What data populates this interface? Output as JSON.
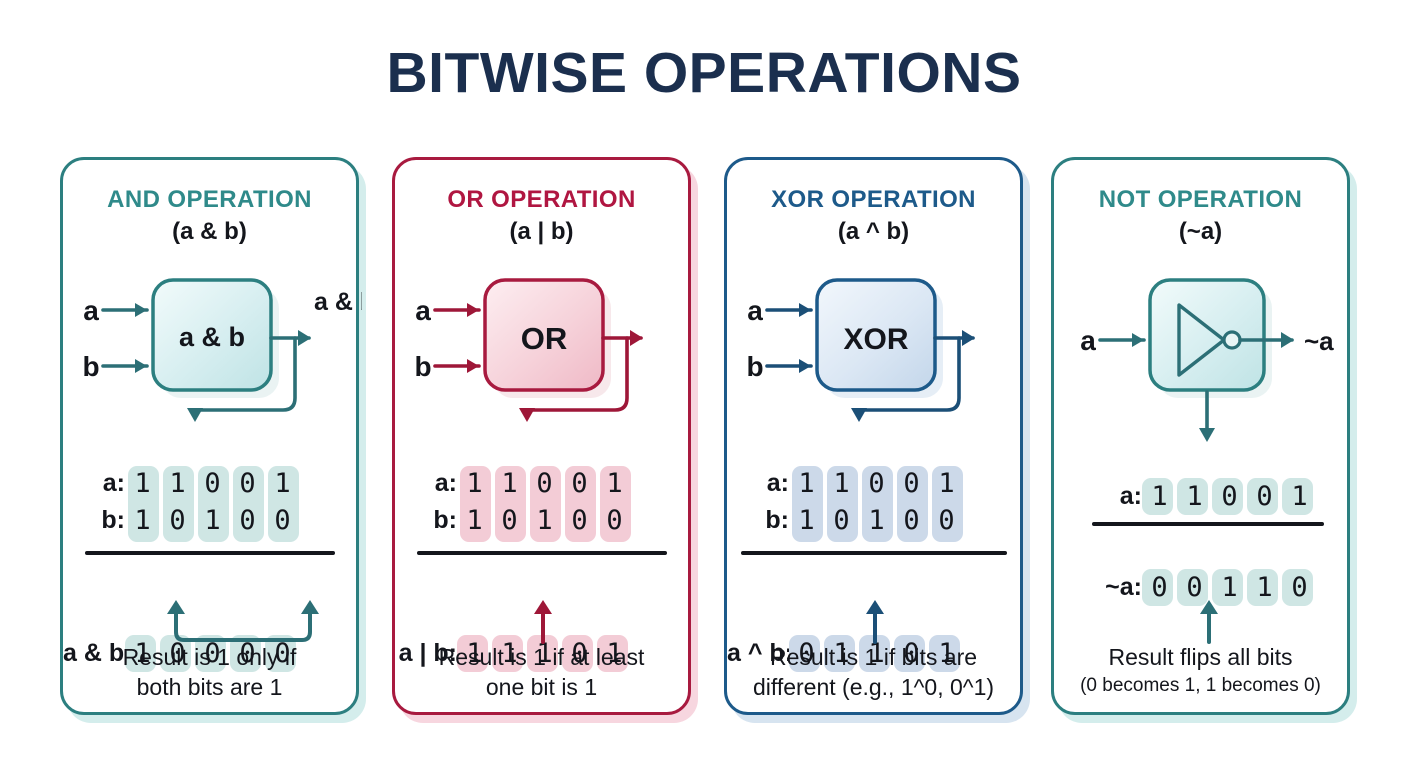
{
  "title": "BITWISE OPERATIONS",
  "colors": {
    "title": "#1b2f4e",
    "teal": "#2f8a8a",
    "teal_border": "#2c7f80",
    "crimson": "#a81a3f",
    "crimson_title": "#b01641",
    "navy": "#1d5a8a",
    "text": "#14161c",
    "background": "#ffffff"
  },
  "panels": [
    {
      "id": "and",
      "theme": "teal",
      "title": "AND OPERATION",
      "subtitle": "(a & b)",
      "gate": {
        "kind": "box-label",
        "label": "a & b",
        "inputs": [
          "a",
          "b"
        ],
        "output_label": "a & b",
        "icon": "and-gate-icon"
      },
      "table": {
        "operand_rows": [
          {
            "label": "a:",
            "bits": [
              "1",
              "1",
              "0",
              "0",
              "1"
            ]
          },
          {
            "label": "b:",
            "bits": [
              "1",
              "0",
              "1",
              "0",
              "0"
            ]
          }
        ],
        "result_row": {
          "label": "a & b:",
          "bits": [
            "1",
            "0",
            "0",
            "0",
            "0"
          ]
        }
      },
      "pointer": "double",
      "caption": [
        "Result is 1 only if",
        "both bits are 1"
      ]
    },
    {
      "id": "or",
      "theme": "crimson",
      "title": "OR OPERATION",
      "subtitle": "(a | b)",
      "gate": {
        "kind": "box-label",
        "label": "OR",
        "inputs": [
          "a",
          "b"
        ],
        "output_label": "",
        "icon": "or-gate-icon"
      },
      "table": {
        "operand_rows": [
          {
            "label": "a:",
            "bits": [
              "1",
              "1",
              "0",
              "0",
              "1"
            ]
          },
          {
            "label": "b:",
            "bits": [
              "1",
              "0",
              "1",
              "0",
              "0"
            ]
          }
        ],
        "result_row": {
          "label": "a | b:",
          "bits": [
            "1",
            "1",
            "1",
            "0",
            "1"
          ]
        }
      },
      "pointer": "single",
      "caption": [
        "Result is 1 if at least",
        "one bit is 1"
      ]
    },
    {
      "id": "xor",
      "theme": "navy",
      "title": "XOR OPERATION",
      "subtitle": "(a ^ b)",
      "gate": {
        "kind": "box-label",
        "label": "XOR",
        "inputs": [
          "a",
          "b"
        ],
        "output_label": "",
        "icon": "xor-gate-icon"
      },
      "table": {
        "operand_rows": [
          {
            "label": "a:",
            "bits": [
              "1",
              "1",
              "0",
              "0",
              "1"
            ]
          },
          {
            "label": "b:",
            "bits": [
              "1",
              "0",
              "1",
              "0",
              "0"
            ]
          }
        ],
        "result_row": {
          "label": "a ^ b:",
          "bits": [
            "0",
            "1",
            "1",
            "0",
            "1"
          ]
        }
      },
      "pointer": "single",
      "caption": [
        "Result is 1 if bits are",
        "different (e.g., 1^0, 0^1)"
      ]
    },
    {
      "id": "not",
      "theme": "teal",
      "title": "NOT OPERATION",
      "subtitle": "(~a)",
      "gate": {
        "kind": "inverter",
        "label": "",
        "inputs": [
          "a"
        ],
        "output_label": "~a",
        "icon": "inverter-gate-icon"
      },
      "table": {
        "operand_rows": [
          {
            "label": "a:",
            "bits": [
              "1",
              "1",
              "0",
              "0",
              "1"
            ]
          }
        ],
        "result_row": {
          "label": "~a:",
          "bits": [
            "0",
            "0",
            "1",
            "1",
            "0"
          ]
        }
      },
      "pointer": "single",
      "caption": [
        "Result flips all bits",
        "(0 becomes 1, 1 becomes 0)"
      ]
    }
  ]
}
